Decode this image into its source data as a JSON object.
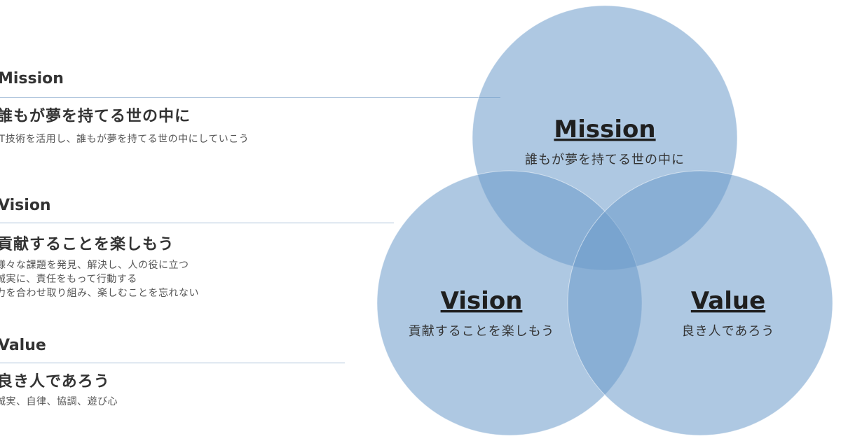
{
  "sections": [
    {
      "heading": "Mission",
      "title": "誰もが夢を持てる世の中に",
      "lines": [
        "IT技術を活用し、誰もが夢を持てる世の中にしていこう"
      ]
    },
    {
      "heading": "Vision",
      "title": "貢献することを楽しもう",
      "lines": [
        "様々な課題を発見、解決し、人の役に立つ",
        "誠実に、責任をもって行動する",
        "力を合わせ取り組み、楽しむことを忘れない"
      ]
    },
    {
      "heading": "Value",
      "title": "良き人であろう",
      "lines": [
        "誠実、自律、協調、遊び心"
      ]
    }
  ],
  "venn": {
    "mission": {
      "label": "Mission",
      "text": "誰もが夢を持てる世の中に"
    },
    "vision": {
      "label": "Vision",
      "text": "貢献することを楽しもう"
    },
    "value": {
      "label": "Value",
      "text": "良き人であろう"
    }
  },
  "colors": {
    "circle_fill": "#6b9acb",
    "rule": "#a9c1da",
    "heading": "#333333"
  }
}
